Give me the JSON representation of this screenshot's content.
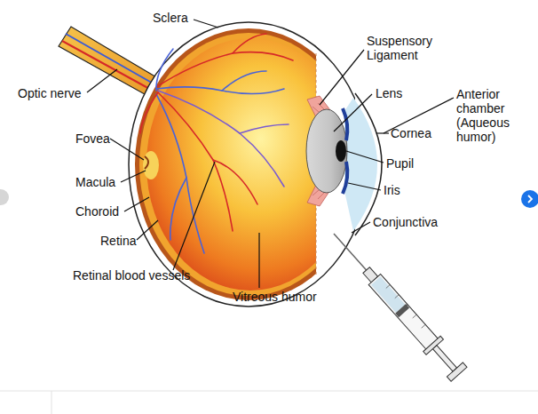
{
  "diagram": {
    "labels": [
      "Sclera",
      "Suspensory Ligament",
      "Lens",
      "Anterior chamber (Aqueous humor)",
      "Cornea",
      "Optic nerve",
      "Pupil",
      "Fovea",
      "Macula",
      "Iris",
      "Choroid",
      "Retina",
      "Conjunctiva",
      "Retinal blood vessels",
      "Vitreous humor"
    ]
  }
}
